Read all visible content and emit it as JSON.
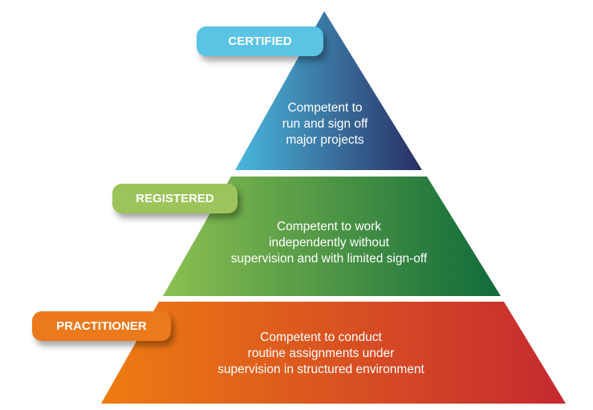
{
  "tiers": [
    {
      "label": "CERTIFIED",
      "description": [
        "Competent to",
        "run and sign off",
        "major projects"
      ],
      "label_color": "#5bc4e5",
      "gradient": [
        "#4ab8de",
        "#2a2f63"
      ]
    },
    {
      "label": "REGISTERED",
      "description": [
        "Competent to work",
        "independently without",
        "supervision and with limited sign-off"
      ],
      "label_color": "#9cc45a",
      "gradient": [
        "#8cc051",
        "#0f6a3a"
      ]
    },
    {
      "label": "PRACTITIONER",
      "description": [
        "Competent to conduct",
        "routine assignments under",
        "supervision in structured environment"
      ],
      "label_color": "#ec7a1c",
      "gradient": [
        "#ee7d12",
        "#c52930"
      ]
    }
  ]
}
